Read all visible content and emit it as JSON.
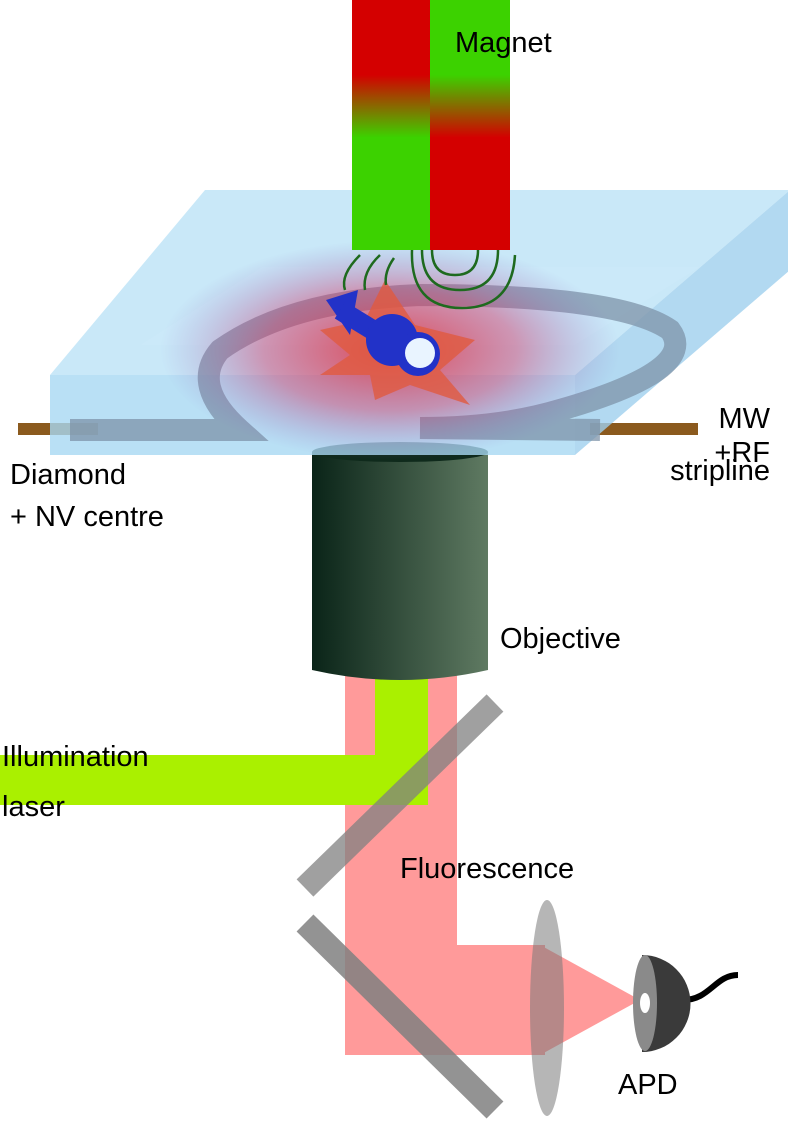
{
  "labels": {
    "magnet": "Magnet",
    "mw_line1": "MW",
    "mw_line2": "+RF",
    "mw_line3": "stripline",
    "diamond_line1": "Diamond",
    "diamond_line2": "+ NV centre",
    "objective": "Objective",
    "illumination_line1": "Illumination",
    "illumination_line2": "laser",
    "fluorescence": "Fluorescence",
    "apd": "APD"
  },
  "colors": {
    "magnet_red": "#d40000",
    "magnet_green": "#3cd200",
    "laser_green": "#aaf000",
    "fluorescence_pink": "#ff9a9a",
    "diamond_blue": "#bfe4f7",
    "stripline_brown": "#8b5a1e",
    "objective_dark": "#0f2a1c",
    "objective_light": "#5f7a62",
    "spin_blue": "#2232c8",
    "mirror_gray": "#808080",
    "field_lines": "#1e6a1e"
  }
}
